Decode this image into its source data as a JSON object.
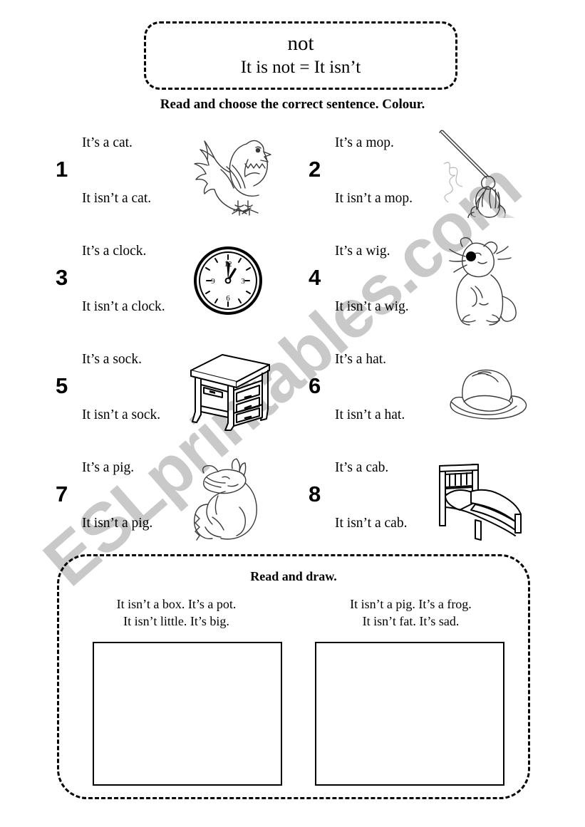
{
  "watermark": "ESLprintables.com",
  "header": {
    "word": "not",
    "expansion": "It is not = It isn’t"
  },
  "instruction": "Read and choose the correct sentence. Colour.",
  "exercises": [
    {
      "number": "1",
      "affirmative": "It’s a cat.",
      "negative": "It isn’t a cat.",
      "picture": "hen-image"
    },
    {
      "number": "2",
      "affirmative": "It’s a mop.",
      "negative": "It isn’t a mop.",
      "picture": "mop-image"
    },
    {
      "number": "3",
      "affirmative": "It’s a clock.",
      "negative": "It isn’t a clock.",
      "picture": "clock-image"
    },
    {
      "number": "4",
      "affirmative": "It’s a wig.",
      "negative": "It isn’t a wig.",
      "picture": "rat-image"
    },
    {
      "number": "5",
      "affirmative": "It’s a sock.",
      "negative": "It isn’t a sock.",
      "picture": "desk-image"
    },
    {
      "number": "6",
      "affirmative": "It’s a hat.",
      "negative": "It isn’t a hat.",
      "picture": "hat-image"
    },
    {
      "number": "7",
      "affirmative": "It’s a pig.",
      "negative": "It isn’t a pig.",
      "picture": "fox-image"
    },
    {
      "number": "8",
      "affirmative": "It’s a cab.",
      "negative": "It isn’t a cab.",
      "picture": "bed-image"
    }
  ],
  "draw_section": {
    "title": "Read and draw.",
    "tasks": [
      {
        "line1": "It isn’t a box. It’s a pot.",
        "line2": "It isn’t little. It’s big."
      },
      {
        "line1": "It isn’t a pig. It’s a frog.",
        "line2": "It isn’t fat. It’s sad."
      }
    ]
  },
  "clock_face": {
    "numerals": [
      "12",
      "3",
      "6",
      "9"
    ]
  },
  "colors": {
    "ink": "#000000",
    "line_art": "#3a3a3a",
    "watermark": "#c9c9c9",
    "paper": "#ffffff"
  }
}
